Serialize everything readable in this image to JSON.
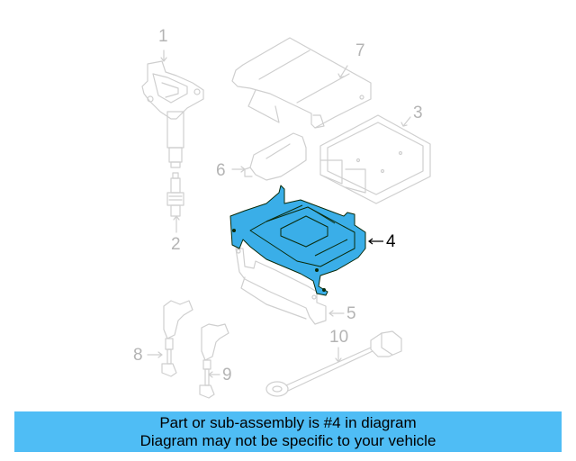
{
  "diagram": {
    "highlight_color": "#3aaee8",
    "ghost_stroke_color": "#c8c8c8",
    "highlight_stroke_color": "#0a2a0a",
    "callouts": [
      {
        "id": "1",
        "label": "1",
        "part": "ignition-coil"
      },
      {
        "id": "2",
        "label": "2",
        "part": "spark-plug"
      },
      {
        "id": "3",
        "label": "3",
        "part": "engine-control-module"
      },
      {
        "id": "4",
        "label": "4",
        "part": "ecm-bracket",
        "highlighted": true
      },
      {
        "id": "5",
        "label": "5",
        "part": "lower-bracket"
      },
      {
        "id": "6",
        "label": "6",
        "part": "relay-connector"
      },
      {
        "id": "7",
        "label": "7",
        "part": "ecm-cover"
      },
      {
        "id": "8",
        "label": "8",
        "part": "sensor-left"
      },
      {
        "id": "9",
        "label": "9",
        "part": "sensor-right"
      },
      {
        "id": "10",
        "label": "10",
        "part": "knock-sensor"
      }
    ]
  },
  "banner": {
    "line1": "Part or sub-assembly is #4 in diagram",
    "line2": "Diagram may not be specific to your vehicle",
    "background": "#4fbdf5"
  }
}
